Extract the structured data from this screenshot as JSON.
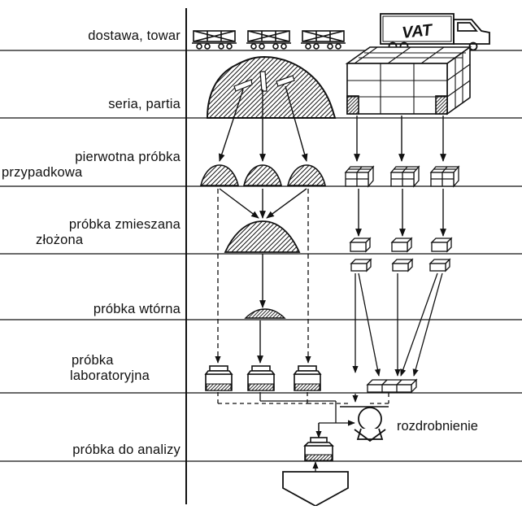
{
  "stages": [
    {
      "id": "delivery",
      "lines": [
        "dostawa, towar"
      ]
    },
    {
      "id": "lot",
      "lines": [
        "seria, partia"
      ]
    },
    {
      "id": "primary",
      "lines": [
        "pierwotna próbka",
        "przypadkowa"
      ]
    },
    {
      "id": "mixed",
      "lines": [
        "próbka zmieszana",
        "złożona"
      ]
    },
    {
      "id": "secondary",
      "lines": [
        "próbka wtórna"
      ]
    },
    {
      "id": "laboratory",
      "lines": [
        "próbka",
        "laboratoryjna"
      ]
    },
    {
      "id": "analysis",
      "lines": [
        "próbka do analizy"
      ]
    }
  ],
  "side_label": "rozdrobnienie",
  "truck_text": "VAT"
}
